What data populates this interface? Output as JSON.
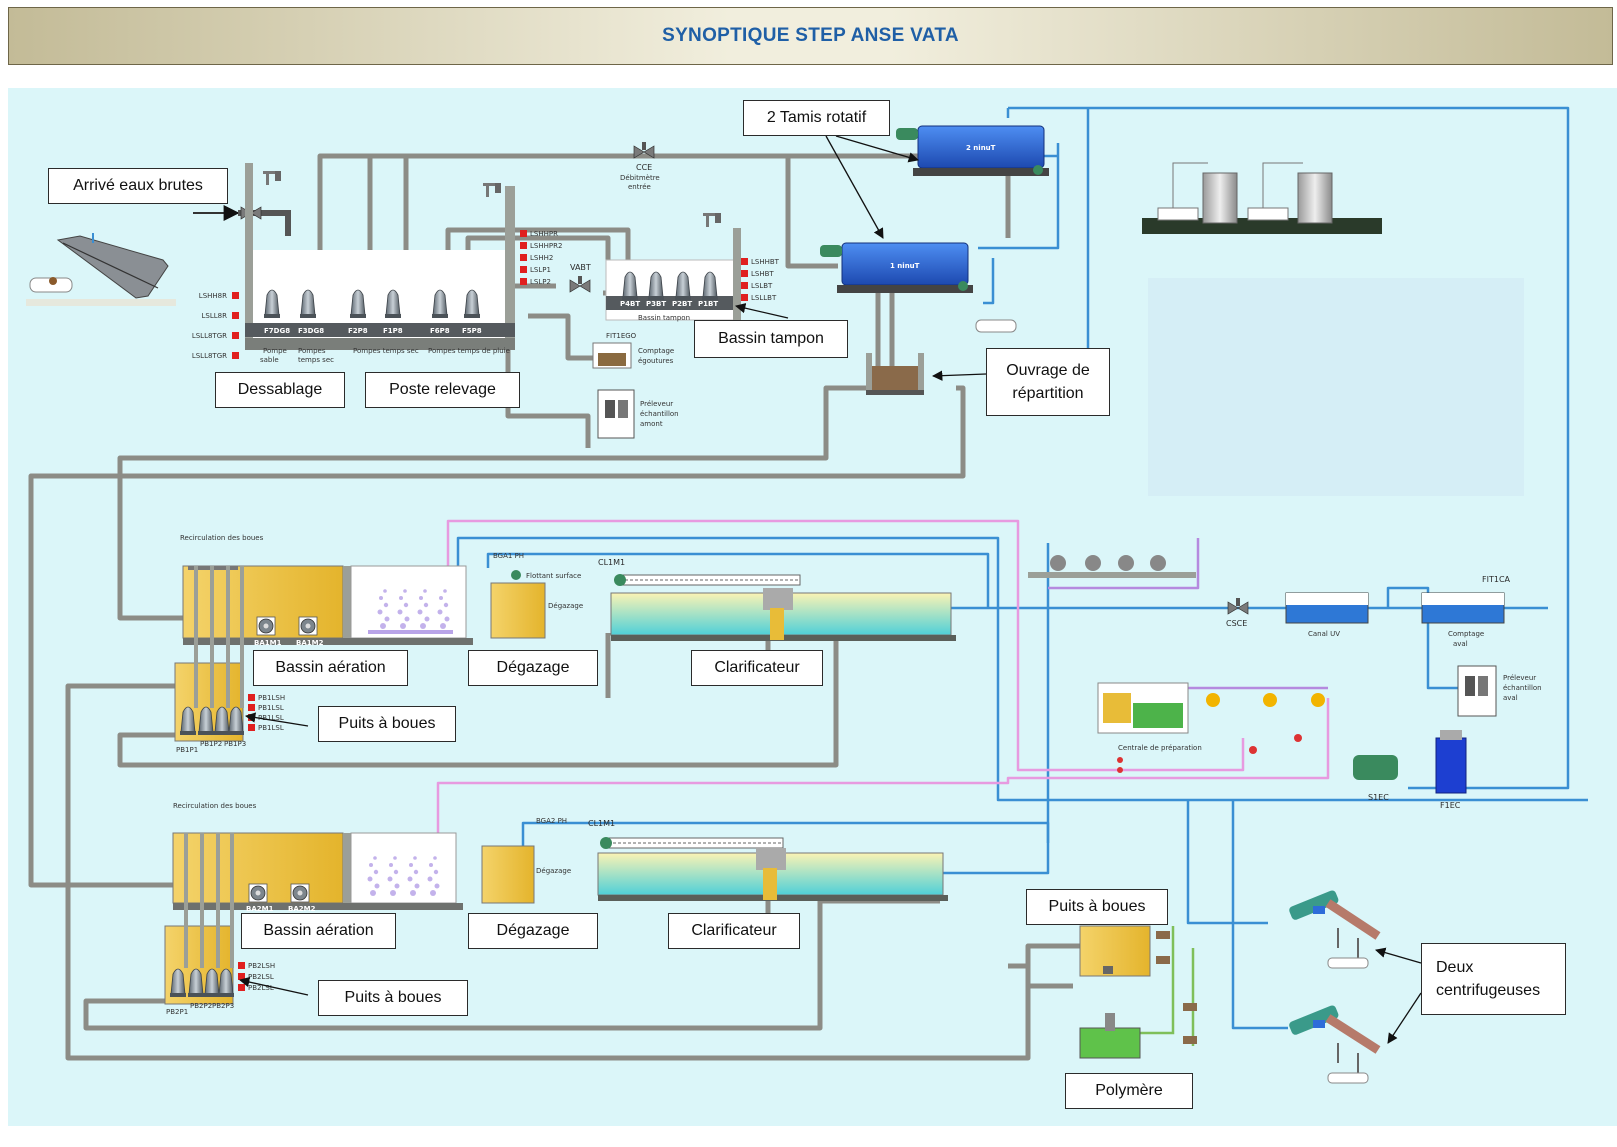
{
  "header": {
    "title": "SYNOPTIQUE STEP ANSE VATA"
  },
  "callouts": {
    "arrive_eaux_brutes": "Arrivé eaux brutes",
    "tamis_rotatif": "2 Tamis rotatif",
    "bassin_tampon": "Bassin tampon",
    "dessablage": "Dessablage",
    "poste_relevage": "Poste relevage",
    "ouvrage_repartition_l1": "Ouvrage de",
    "ouvrage_repartition_l2": "répartition",
    "bassin_aeration_1": "Bassin aération",
    "degazage_1": "Dégazage",
    "clarificateur_1": "Clarificateur",
    "puits_boues_1": "Puits à boues",
    "bassin_aeration_2": "Bassin aération",
    "degazage_2": "Dégazage",
    "clarificateur_2": "Clarificateur",
    "puits_boues_2": "Puits à boues",
    "puits_boues_3": "Puits à boues",
    "deux_centrifugeuses_l1": "Deux",
    "deux_centrifugeuses_l2": "centrifugeuses",
    "polymere": "Polymère"
  },
  "equipment": {
    "pumps_relevage": [
      "F7DG8",
      "F3DG8",
      "F2P8",
      "F1P8",
      "F6P8",
      "F5P8"
    ],
    "pumps_tampon": [
      "P4BT",
      "P3BT",
      "P2BT",
      "P1BT"
    ],
    "tamis": [
      "2 ninuT",
      "1 ninuT"
    ],
    "vanne": "VABT",
    "cce_top": "CCE",
    "cce_mid": "CSCE",
    "fitica": "FIT1CA",
    "canal_uv": "Canal UV",
    "comptage_eval": "Comptage aval",
    "prelev_aval": "Préleveur échantillon aval",
    "prelev_amont": "Préleveur échantillon amont",
    "comptage_egoutures": "Comptage égoutures",
    "recirc_1": "Recirculation des boues",
    "recirc_2": "Recirculation des boues",
    "aerators_1": [
      "BA1M1",
      "BA1M2"
    ],
    "aerators_2": [
      "BA2M1",
      "BA2M2"
    ],
    "clar_1": "CL1M1",
    "clar_2": "CL1M1",
    "degazage_label": "Dégazage",
    "pump_eau": "S1EC",
    "filter_eau": "F1EC",
    "level_tags_relevage": [
      "LSHH8R",
      "LSLL8R",
      "LSLL8TGR",
      "LSLL8TGR"
    ],
    "level_tags_tampon": [
      "LSHHBT",
      "LSHBT",
      "LSLBT",
      "LSLLBT"
    ],
    "level_tags_pr": [
      "LSHHPR",
      "LSHHPR2",
      "LSHH2",
      "LSLP1",
      "LSLP2"
    ],
    "pb1_tags": [
      "PB1LSH",
      "PB1LSL",
      "PB1LSL",
      "PB1LSL"
    ],
    "pb2_tags": [
      "PB2LSH",
      "PB2LSL",
      "PB2LSL"
    ],
    "pb1_pumps": [
      "PB1P1",
      "PB1P2",
      "PB1P3"
    ],
    "pb2_pumps": [
      "PB2P1",
      "PB2P2",
      "PB2P3"
    ]
  },
  "colors": {
    "panel": "#dbf6f9",
    "pipe_grey": "#8c8c86",
    "pipe_blue": "#3a8fd3",
    "pipe_pink": "#e79ae0",
    "pipe_purple": "#b58adf",
    "sludge": "#e8bc38",
    "tamis": "#2e6cd9",
    "clarifier": "#5fd3d8",
    "title": "#1f5fa6"
  }
}
